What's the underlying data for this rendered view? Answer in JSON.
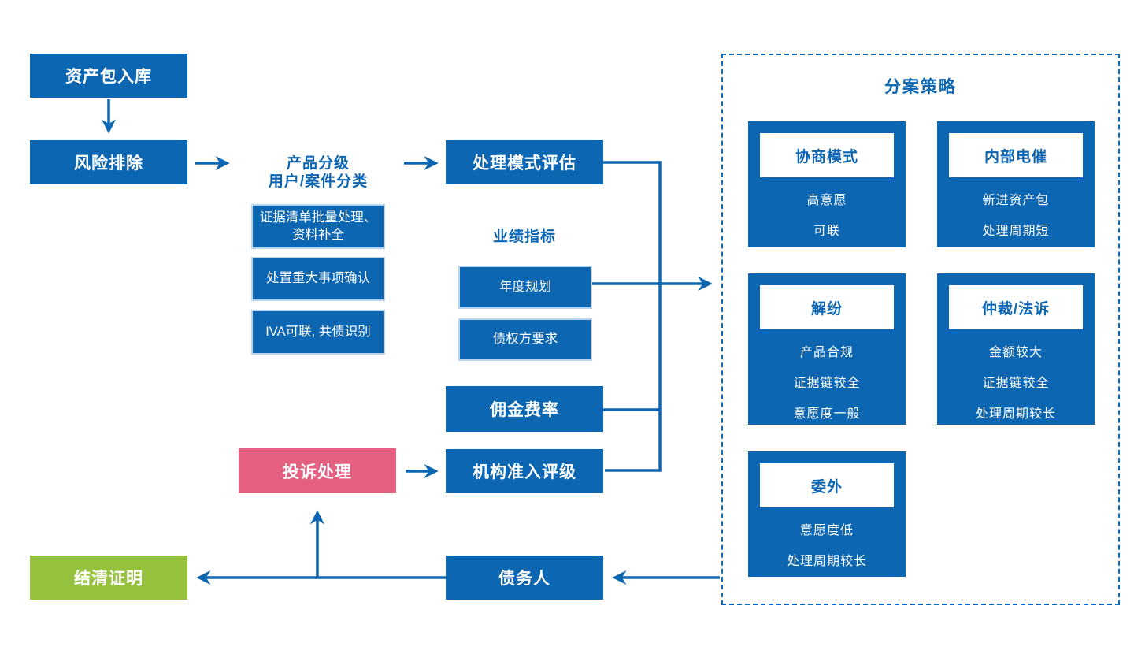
{
  "colors": {
    "primary_blue": "#0d66b1",
    "pink": "#e55f80",
    "green": "#96c13d",
    "dashed_border_blue": "#1368b5"
  },
  "main_flow": {
    "asset_package_intake": "资产包入库",
    "risk_exclusion": "风险排除",
    "product_classification_title": "产品分级\n用户/案件分类",
    "classification_steps": [
      "证据清单批量处理、资料补全",
      "处置重大事项确认",
      "IVA可联, 共债识别"
    ],
    "treatment_mode_evaluation": "处理模式评估",
    "performance_metrics_title": "业绩指标",
    "performance_items": [
      "年度规划",
      "债权方要求"
    ],
    "commission_rate": "佣金费率",
    "agency_access_rating": "机构准入评级",
    "complaint_handling": "投诉处理",
    "settlement_certificate": "结清证明",
    "debtor": "债务人"
  },
  "strategy_panel": {
    "title": "分案策略",
    "cards": [
      {
        "title": "协商模式",
        "items": [
          "高意愿",
          "可联"
        ]
      },
      {
        "title": "内部电催",
        "items": [
          "新进资产包",
          "处理周期短"
        ]
      },
      {
        "title": "解纷",
        "items": [
          "产品合规",
          "证据链较全",
          "意愿度一般"
        ]
      },
      {
        "title": "仲裁/法诉",
        "items": [
          "金额较大",
          "证据链较全",
          "处理周期较长"
        ]
      },
      {
        "title": "委外",
        "items": [
          "意愿度低",
          "处理周期较长"
        ]
      }
    ]
  }
}
